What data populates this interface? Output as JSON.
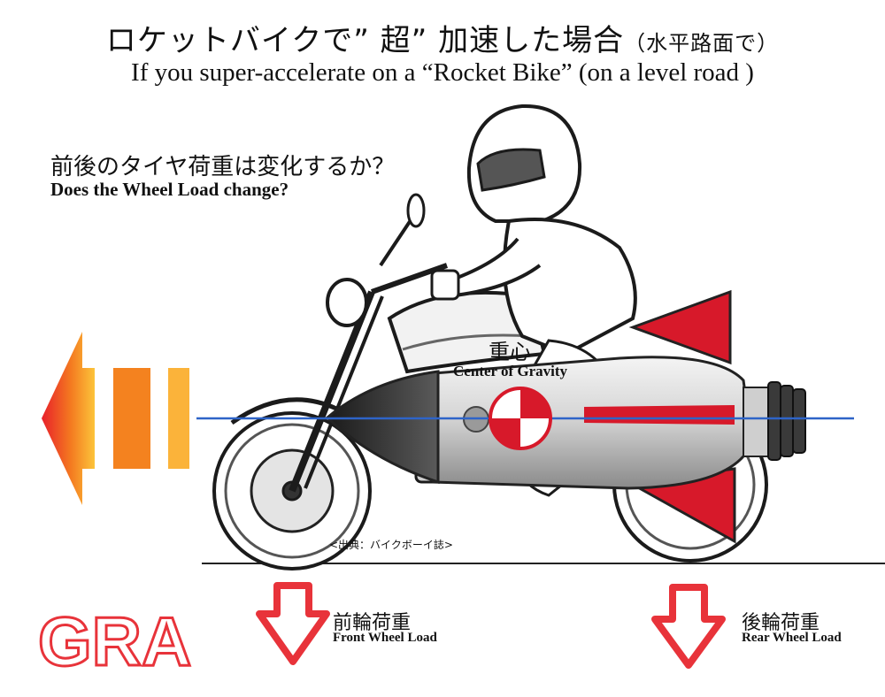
{
  "title": {
    "jp_main": "ロケットバイクで” 超” 加速した場合",
    "jp_sub": "（水平路面で）",
    "en": "If you super-accelerate on a “Rocket Bike” (on a level road )"
  },
  "question": {
    "jp": "前後のタイヤ荷重は変化するか？",
    "en": "Does the Wheel Load change?"
  },
  "center_of_gravity": {
    "jp": "重心",
    "en": "Center of Gravity"
  },
  "source": "<出典：バイクボーイ誌>",
  "front_load": {
    "jp": "前輪荷重",
    "en": "Front Wheel Load"
  },
  "rear_load": {
    "jp": "後輪荷重",
    "en": "Rear Wheel Load"
  },
  "logo": "GRA",
  "colors": {
    "arrow_red": "#e8333a",
    "speed_orange": "#f7941d",
    "speed_yellow": "#fcc43a",
    "cog_line": "#2e64c8",
    "rocket_red": "#d7192a"
  }
}
